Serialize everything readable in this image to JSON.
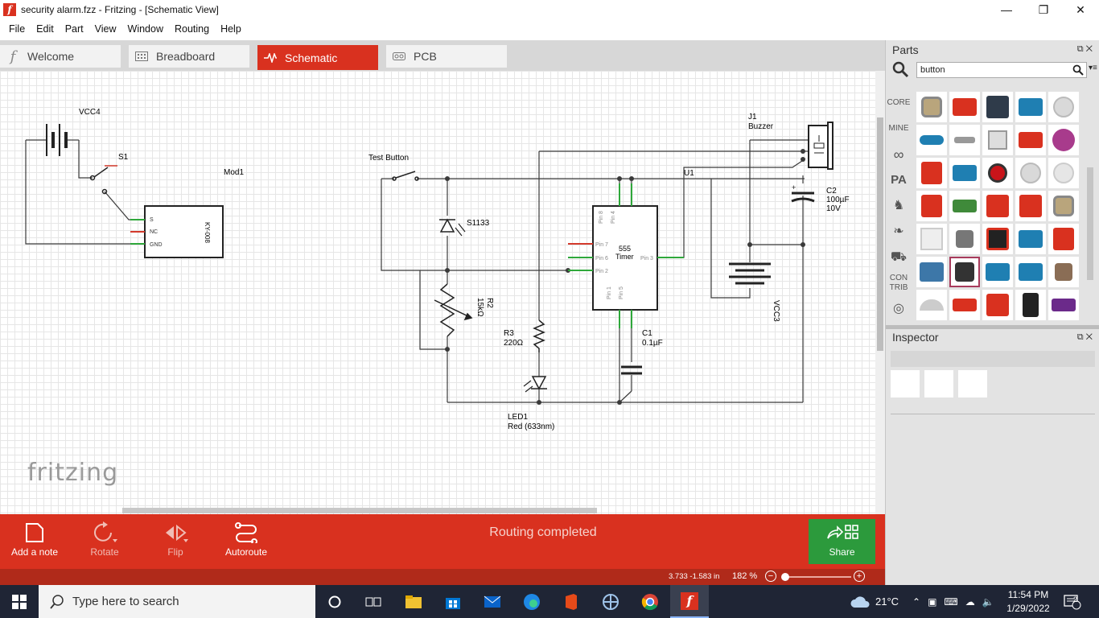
{
  "window": {
    "title": "security alarm.fzz - Fritzing - [Schematic View]",
    "controls": [
      "—",
      "❐",
      "✕"
    ]
  },
  "menu": [
    "File",
    "Edit",
    "Part",
    "View",
    "Window",
    "Routing",
    "Help"
  ],
  "tabs": [
    {
      "label": "Welcome",
      "icon": "fritzing-logo-icon",
      "active": false
    },
    {
      "label": "Breadboard",
      "icon": "breadboard-icon",
      "active": false
    },
    {
      "label": "Schematic",
      "icon": "schematic-wave-icon",
      "active": true
    },
    {
      "label": "PCB",
      "icon": "pcb-icon",
      "active": false
    }
  ],
  "canvas": {
    "watermark": "fritzing",
    "labels": {
      "vcc4": "VCC4",
      "s1": "S1",
      "mod1": "Mod1",
      "ky008": "KY-008",
      "pin_s": "S",
      "pin_nc": "NC",
      "pin_gnd": "GND",
      "test_button": "Test Button",
      "s1133": "S1133",
      "r2": "R2",
      "r2_value": "15kΩ",
      "r3": "R3",
      "r3_value": "220Ω",
      "led1": "LED1",
      "led1_value": "Red (633nm)",
      "u1": "U1",
      "timer_name": "555",
      "timer_sub": "Timer",
      "pin7": "Pin 7",
      "pin6": "Pin 6",
      "pin2": "Pin 2",
      "pin3": "Pin 3",
      "pin8": "Pin 8",
      "pin4": "Pin 4",
      "pin1": "Pin 1",
      "pin5": "Pin 5",
      "c1": "C1",
      "c1_value": "0.1µF",
      "c2": "C2",
      "c2_value": "100µF",
      "c2_voltage": "10V",
      "j1": "J1",
      "buzzer": "Buzzer",
      "vcc3": "VCC3"
    }
  },
  "toolbar": {
    "add_note": "Add a note",
    "rotate": "Rotate",
    "flip": "Flip",
    "autoroute": "Autoroute",
    "status": "Routing completed",
    "share": "Share"
  },
  "statusbar": {
    "coords": "3.733 -1.583 in",
    "zoom": "182 %",
    "zoom_level_fraction": 0.05
  },
  "parts_panel": {
    "title": "Parts",
    "search_value": "button",
    "bins": [
      "CORE",
      "MINE",
      "∞",
      "PA",
      "♞",
      "❧",
      "⛟",
      "CON TRIB",
      "◎"
    ]
  },
  "inspector": {
    "title": "Inspector"
  },
  "taskbar": {
    "search_placeholder": "Type here to search",
    "weather": "21°C",
    "time": "11:54 PM",
    "date": "1/29/2022",
    "notifications": "2"
  },
  "colors": {
    "accent": "#d9311f",
    "status_bar": "#b02a1a",
    "share": "#2c9a3c",
    "wire": "#3a3a3a",
    "pin_green": "#2fa83b",
    "pin_red": "#d33a2c"
  }
}
